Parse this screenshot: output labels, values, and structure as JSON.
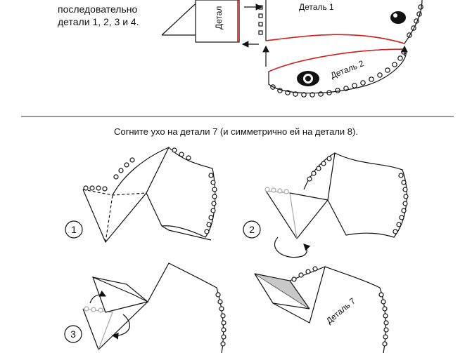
{
  "instructions": {
    "intro_lines": [
      "последовательно",
      "детали 1, 2, 3 и 4."
    ],
    "caption": "Согните ухо на детали 7 (и симметрично ей на детали 8)."
  },
  "part_labels": {
    "part1": "Деталь 1",
    "part2": "Деталь 2",
    "part_vertical": "Детал",
    "part7": "Деталь 7"
  },
  "steps": [
    "1",
    "2",
    "3"
  ],
  "colors": {
    "stroke": "#111111",
    "seam_red": "#d42020",
    "faint": "#a8a8a8"
  }
}
